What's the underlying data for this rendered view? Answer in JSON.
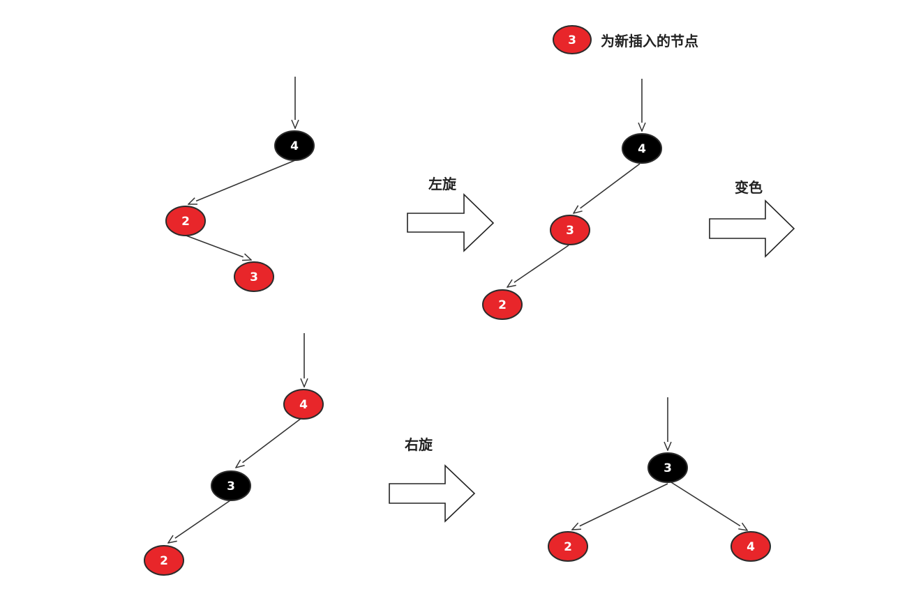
{
  "colors": {
    "red_node": "#e8262a",
    "black_node": "#000000",
    "node_border": "#2b2b2b",
    "node_text": "#ffffff",
    "edge": "#333333"
  },
  "legend": {
    "node_value": "3",
    "text": "为新插入的节点"
  },
  "transitions": {
    "left_rotate": "左旋",
    "recolor": "变色",
    "right_rotate": "右旋"
  },
  "trees": [
    {
      "id": "step1",
      "nodes": [
        {
          "value": "4",
          "color": "black"
        },
        {
          "value": "2",
          "color": "red"
        },
        {
          "value": "3",
          "color": "red"
        }
      ]
    },
    {
      "id": "step2",
      "nodes": [
        {
          "value": "4",
          "color": "black"
        },
        {
          "value": "3",
          "color": "red"
        },
        {
          "value": "2",
          "color": "red"
        }
      ]
    },
    {
      "id": "step3",
      "nodes": [
        {
          "value": "4",
          "color": "red"
        },
        {
          "value": "3",
          "color": "black"
        },
        {
          "value": "2",
          "color": "red"
        }
      ]
    },
    {
      "id": "step4",
      "nodes": [
        {
          "value": "3",
          "color": "black"
        },
        {
          "value": "2",
          "color": "red"
        },
        {
          "value": "4",
          "color": "red"
        }
      ]
    }
  ]
}
